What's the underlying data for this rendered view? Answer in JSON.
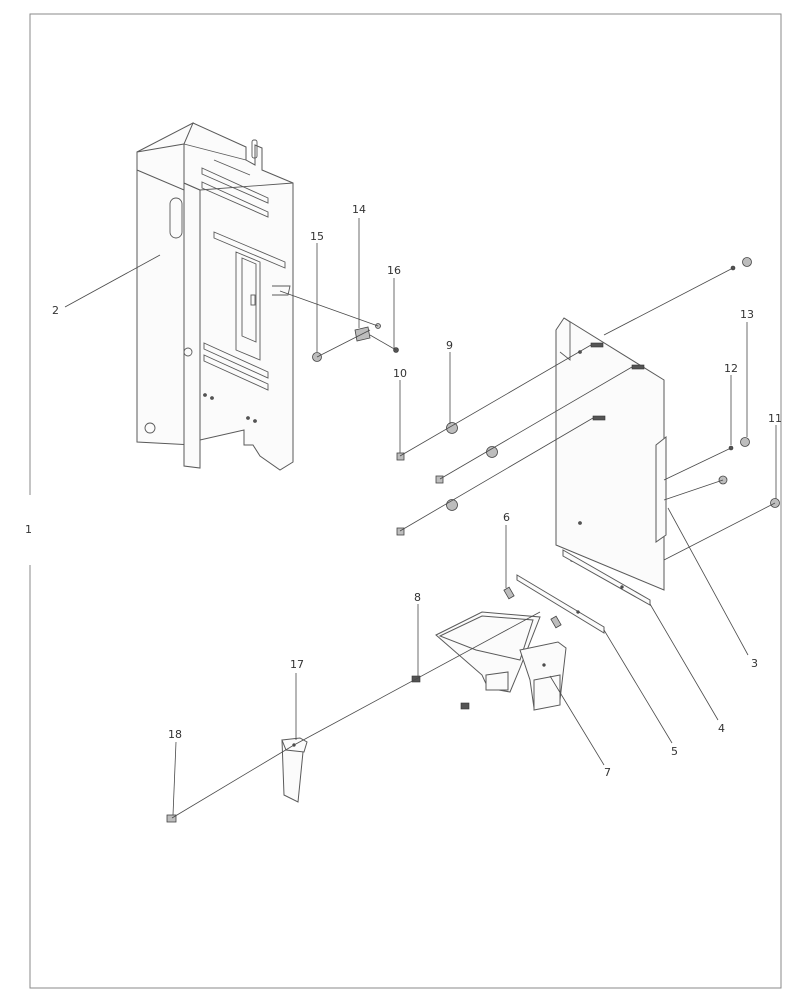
{
  "drawing": {
    "assembly_label": "1",
    "callouts": [
      "2",
      "3",
      "4",
      "5",
      "6",
      "7",
      "8",
      "9",
      "10",
      "11",
      "12",
      "13",
      "14",
      "15",
      "16",
      "17",
      "18"
    ]
  },
  "colors": {
    "line": "#5a5a5a",
    "text": "#333333",
    "background": "#ffffff"
  }
}
